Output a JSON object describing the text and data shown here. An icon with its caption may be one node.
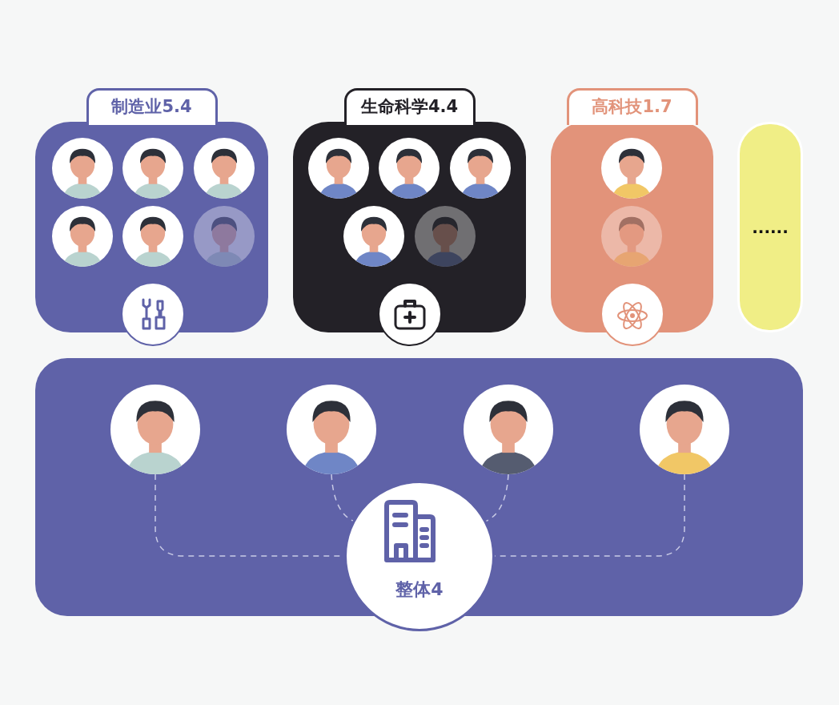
{
  "diagram": {
    "nodes": [
      {
        "text": [
          "制造业5.4"
        ]
      },
      {
        "text": [],
        "shape": "person",
        "in": 0
      },
      {
        "text": [],
        "shape": "person",
        "in": 0
      },
      {
        "text": [],
        "shape": "person",
        "in": 0
      },
      {
        "text": [],
        "shape": "person",
        "in": 0
      },
      {
        "text": [],
        "shape": "person",
        "in": 0
      },
      {
        "text": [],
        "shape": "person",
        "in": 0
      },
      {
        "text": [],
        "shape": "circle"
      },
      {
        "text": [
          "生命科学4.4"
        ]
      },
      {
        "text": [],
        "shape": "person",
        "in": 8
      },
      {
        "text": [],
        "shape": "person",
        "in": 8
      },
      {
        "text": [],
        "shape": "person",
        "in": 8
      },
      {
        "text": [],
        "shape": "person",
        "in": 8
      },
      {
        "text": [],
        "shape": "person",
        "in": 8
      },
      {
        "text": [],
        "shape": "circle"
      },
      {
        "text": [
          "高科技1.7"
        ]
      },
      {
        "text": [],
        "shape": "person",
        "in": 15
      },
      {
        "text": [],
        "shape": "person",
        "in": 15
      },
      {
        "text": [],
        "shape": "circle"
      },
      {
        "text": [
          "......"
        ]
      },
      {
        "text": [],
        "shape": "box"
      },
      {
        "text": [],
        "shape": "person",
        "in": 20
      },
      {
        "text": [],
        "shape": "person",
        "in": 20
      },
      {
        "text": [],
        "shape": "person",
        "in": 20
      },
      {
        "text": [],
        "shape": "person",
        "in": 20
      },
      {
        "text": [
          "整体4"
        ],
        "in": 20
      }
    ],
    "edges": [
      {
        "from": 21,
        "to": 25,
        "arrow": "none",
        "style": "dashed"
      },
      {
        "from": 22,
        "to": 25,
        "arrow": "none",
        "style": "dashed"
      },
      {
        "from": 23,
        "to": 25,
        "arrow": "none",
        "style": "dashed"
      },
      {
        "from": 24,
        "to": 25,
        "arrow": "none",
        "style": "dashed"
      }
    ]
  }
}
